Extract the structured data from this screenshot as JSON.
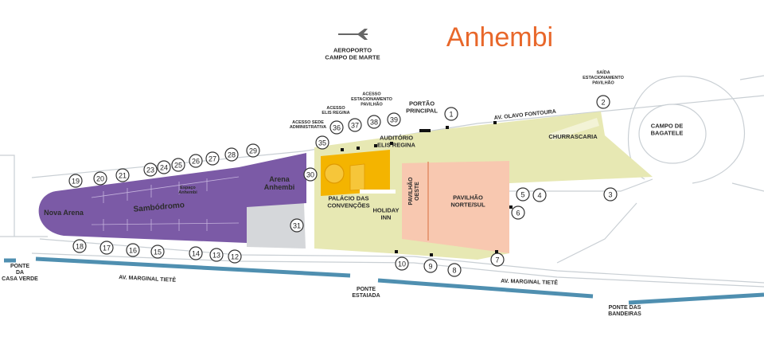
{
  "brand": {
    "name": "Anhembi",
    "color": "#e8672a"
  },
  "colors": {
    "road": "#c9cfd4",
    "grounds": "#e7e8b3",
    "sambodromo": "#7b5aa6",
    "arena_gray": "#d5d7da",
    "palacio": "#f4b400",
    "pavilhao": "#f8c8b0",
    "river": "#4f8fb0"
  },
  "labels": {
    "aeroporto": [
      "AEROPORTO",
      "CAMPO DE MARTE"
    ],
    "portao": [
      "PORTÃO",
      "PRINCIPAL"
    ],
    "av_olavo": "AV. OLAVO FONTOURA",
    "saida": [
      "SAÍDA",
      "ESTACIONAMENTO",
      "PAVILHÃO"
    ],
    "campo_bagatele": [
      "CAMPO DE",
      "BAGATELE"
    ],
    "churrascaria": "CHURRASCARIA",
    "acesso_estac": [
      "ACESSO",
      "ESTACIONAMENTO",
      "PAVILHÃO"
    ],
    "acesso_elis": [
      "ACESSO",
      "ELIS REGINA"
    ],
    "acesso_sede": [
      "ACESSO SEDE",
      "ADMINISTRATIVA"
    ],
    "auditorio": [
      "AUDITÓRIO",
      "ELIS REGINA"
    ],
    "palacio": [
      "PALÁCIO DAS",
      "CONVENÇÕES"
    ],
    "holiday": [
      "HOLIDAY",
      "INN"
    ],
    "pav_oeste": [
      "PAVILHÃO",
      "OESTE"
    ],
    "pav_norte": [
      "PAVILHÃO",
      "NORTE/SUL"
    ],
    "arena_anhembi": [
      "Arena",
      "Anhembi"
    ],
    "nova_arena": "Nova Arena",
    "sambodromo": "Sambódromo",
    "espaco": [
      "Espaço",
      "Anhembi"
    ],
    "av_marginal_1": "AV. MARGINAL TIETÊ",
    "av_marginal_2": "AV. MARGINAL TIETÊ",
    "ponte_casa": [
      "PONTE",
      "DA",
      "CASA VERDE"
    ],
    "ponte_estaiada": [
      "PONTE",
      "ESTAIADA"
    ],
    "ponte_bandeiras": [
      "PONTE DAS",
      "BANDEIRAS"
    ]
  },
  "gates": [
    "1",
    "2",
    "3",
    "4",
    "5",
    "6",
    "7",
    "8",
    "9",
    "10",
    "12",
    "13",
    "14",
    "15",
    "16",
    "17",
    "18",
    "19",
    "20",
    "21",
    "23",
    "24",
    "25",
    "26",
    "27",
    "28",
    "29",
    "30",
    "31",
    "35",
    "36",
    "37",
    "38",
    "39"
  ]
}
